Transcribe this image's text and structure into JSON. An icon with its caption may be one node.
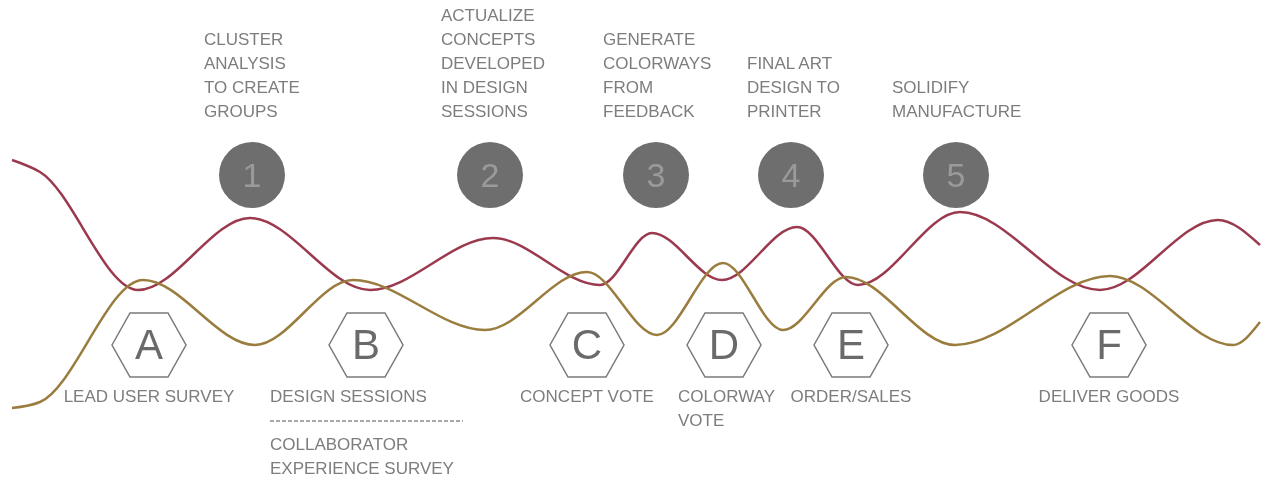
{
  "diagram": {
    "nodes": [
      {
        "text": [
          "CLUSTER ANALYSIS TO CREATE GROUPS",
          "1"
        ]
      },
      {
        "text": [
          "ACTUALIZE CONCEPTS DEVELOPED IN DESIGN SESSIONS",
          "2"
        ]
      },
      {
        "text": [
          "GENERATE COLORWAYS FROM FEEDBACK",
          "3"
        ]
      },
      {
        "text": [
          "FINAL ART DESIGN TO PRINTER",
          "4"
        ]
      },
      {
        "text": [
          "SOLIDIFY MANUFACTURE",
          "5"
        ]
      },
      {
        "text": [
          "A",
          "LEAD USER SURVEY"
        ]
      },
      {
        "text": [
          "B",
          "DESIGN SESSIONS",
          "COLLABORATOR EXPERIENCE SURVEY"
        ]
      },
      {
        "text": [
          "C",
          "CONCEPT VOTE"
        ]
      },
      {
        "text": [
          "D",
          "COLORWAY VOTE"
        ]
      },
      {
        "text": [
          "E",
          "ORDER/SALES"
        ]
      },
      {
        "text": [
          "F",
          "DELIVER GOODS"
        ]
      }
    ]
  }
}
